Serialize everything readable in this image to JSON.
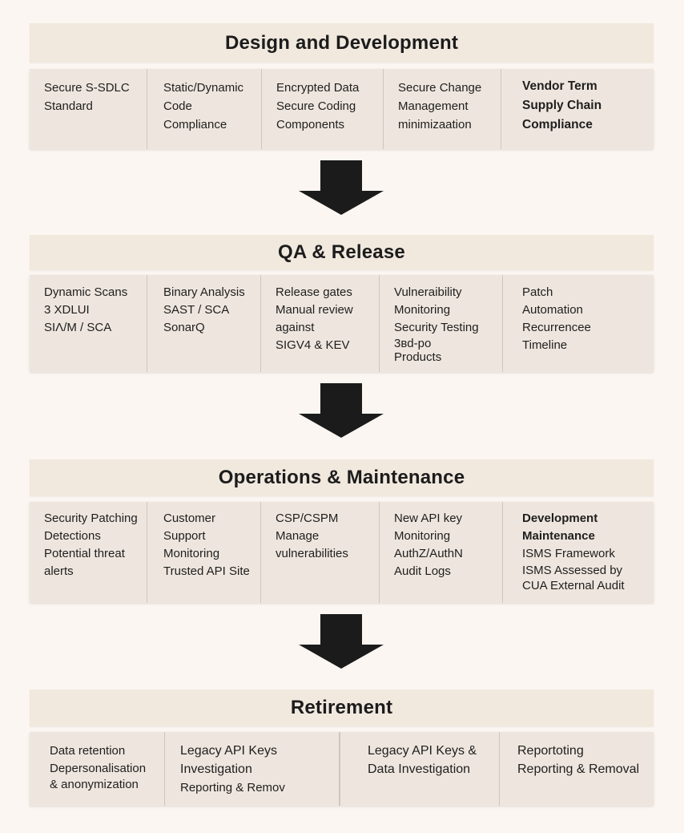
{
  "stages": [
    {
      "title": "Design and Development",
      "columns": [
        {
          "lines": [
            "Secure S-SDLC",
            "Standard"
          ]
        },
        {
          "lines": [
            "Static/Dynamic",
            "Code",
            "Compliance"
          ]
        },
        {
          "lines": [
            "Encrypted Data",
            "Secure Coding",
            "Components"
          ]
        },
        {
          "lines": [
            "Secure Change",
            "Management",
            "minimizaation"
          ]
        },
        {
          "lines": [
            "Vendor Term",
            "Supply Chain",
            "Compliance"
          ]
        }
      ]
    },
    {
      "title": "QA & Release",
      "columns": [
        {
          "lines": [
            "Dynamic Scans",
            "3 XDLUI",
            "SIΛ/M / SCA"
          ]
        },
        {
          "lines": [
            "Binary Analysis",
            "SAST / SCA",
            "SonarQ"
          ]
        },
        {
          "lines": [
            "Release gates",
            "Manual review",
            "against",
            "SIGV4 & KEV"
          ]
        },
        {
          "lines": [
            "Vulneraibility",
            "Monitoring",
            "Security Testing",
            "3ʙd-po",
            "Products"
          ]
        },
        {
          "lines": [
            "Patch",
            "Automation",
            "Recurrencee",
            "Timeline"
          ]
        }
      ]
    },
    {
      "title": "Operations & Maintenance",
      "columns": [
        {
          "lines": [
            "Security Patching",
            "Detections",
            "Potential threat",
            "alerts"
          ]
        },
        {
          "lines": [
            "Customer",
            "Support",
            "Monitoring",
            "Trusted API Site"
          ]
        },
        {
          "lines": [
            "CSP/CSPM",
            "Manage",
            "vulnerabilities"
          ]
        },
        {
          "lines": [
            "New API key",
            "Monitoring",
            "AuthZ/AuthN",
            "Audit Logs"
          ]
        },
        {
          "lines": [
            "Development",
            "Maintenance",
            "ISMS Framework",
            "ISMS Assessed by",
            "CUA External Audit"
          ]
        }
      ]
    },
    {
      "title": "Retirement",
      "columns": [
        {
          "lines": [
            "Data retention",
            "Depersonalisation",
            "& anonymization"
          ]
        },
        {
          "lines": [
            "Legacy API Keys",
            "Investigation",
            "Reporting & Remov"
          ]
        },
        {
          "lines": [
            "Legacy API Keys &",
            "Data Investigation"
          ]
        },
        {
          "lines": [
            "Reportoting",
            "Reporting & Removal"
          ]
        }
      ]
    }
  ],
  "colors": {
    "page_background": "#fcf6f2",
    "header_background": "#f1e8de",
    "body_background": "#eee6de",
    "divider": "#cfc6bd",
    "arrow": "#1b1b1b"
  },
  "icons": [
    "arrow-down-icon"
  ]
}
